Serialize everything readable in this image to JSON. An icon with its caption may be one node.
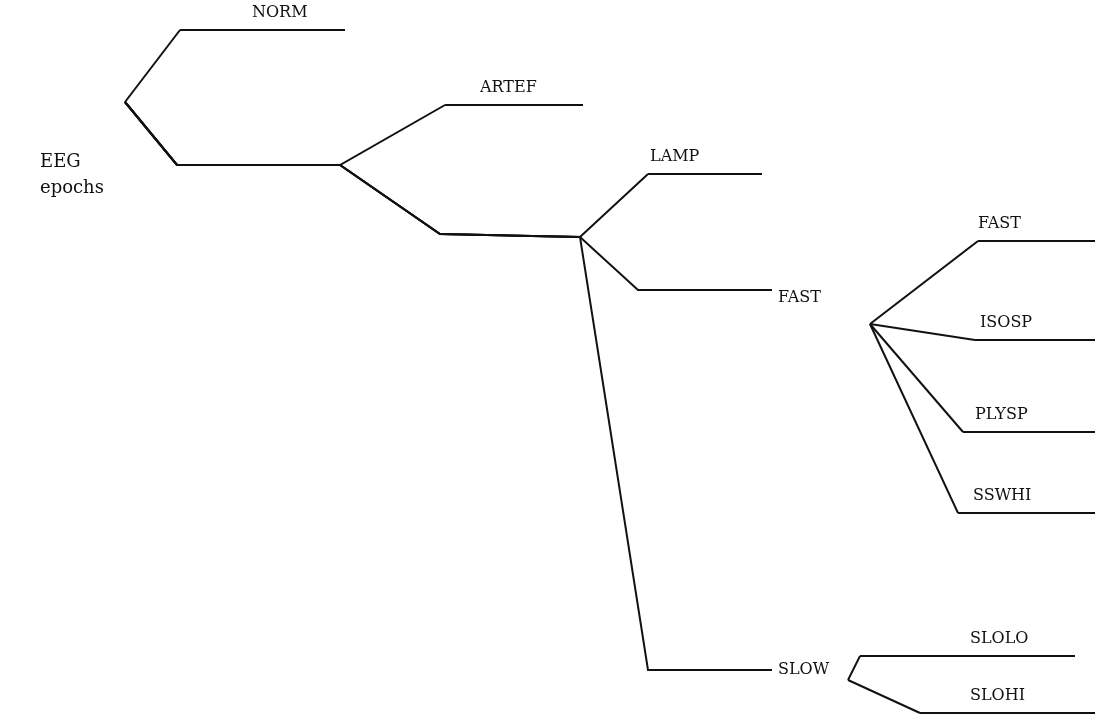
{
  "diagram": {
    "nodes": [
      {
        "text": [
          "EEG epochs"
        ]
      },
      {
        "text": [
          "NORM"
        ]
      },
      {
        "text": [
          "ARTEF"
        ]
      },
      {
        "text": [
          "LAMP"
        ]
      },
      {
        "text": [
          "FAST"
        ]
      },
      {
        "text": [
          "SLOW"
        ]
      },
      {
        "text": [
          "FAST"
        ]
      },
      {
        "text": [
          "ISOSP"
        ]
      },
      {
        "text": [
          "PLYSP"
        ]
      },
      {
        "text": [
          "SSWHI"
        ]
      },
      {
        "text": [
          "SLOLO"
        ]
      },
      {
        "text": [
          "SLOHI"
        ]
      }
    ],
    "edges": [
      {
        "from": 0,
        "to": 1,
        "arrow": "none"
      },
      {
        "from": 0,
        "to": 2,
        "arrow": "none"
      },
      {
        "from": 0,
        "to": 3,
        "arrow": "none"
      },
      {
        "from": 0,
        "to": 4,
        "arrow": "none"
      },
      {
        "from": 0,
        "to": 5,
        "arrow": "none"
      },
      {
        "from": 4,
        "to": 6,
        "arrow": "none"
      },
      {
        "from": 4,
        "to": 7,
        "arrow": "none"
      },
      {
        "from": 4,
        "to": 8,
        "arrow": "none"
      },
      {
        "from": 4,
        "to": 9,
        "arrow": "none"
      },
      {
        "from": 5,
        "to": 10,
        "arrow": "none"
      },
      {
        "from": 5,
        "to": 11,
        "arrow": "none"
      }
    ]
  }
}
